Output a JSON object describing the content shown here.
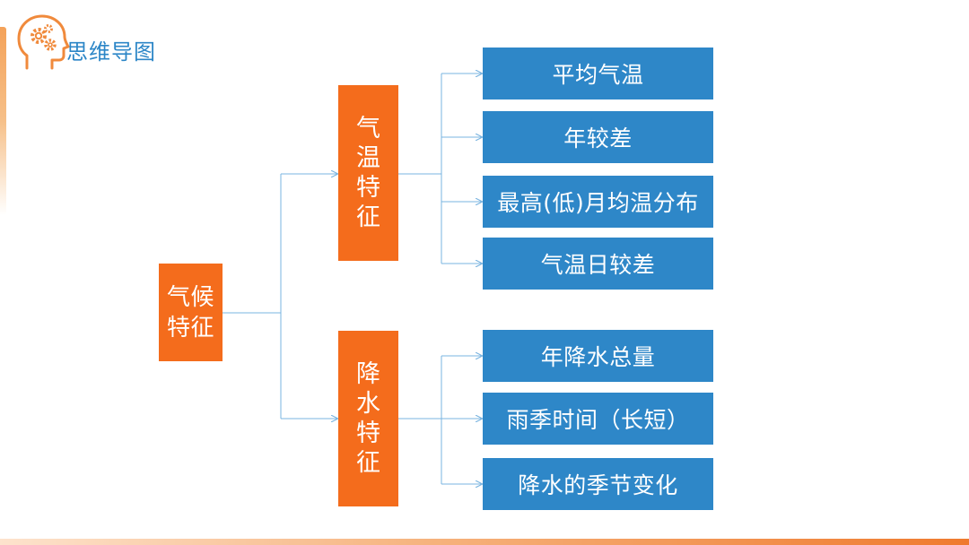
{
  "header": {
    "title": "思维导图"
  },
  "colors": {
    "orange_node": "#f46c1c",
    "blue_node": "#2e87c8",
    "connector": "#7ab4e0",
    "title": "#2c86c7",
    "logo": "#f08a3c"
  },
  "mindmap": {
    "root": "气候特征",
    "branches": [
      {
        "label": "气温特征",
        "children": [
          "平均气温",
          "年较差",
          "最高(低)月均温分布",
          "气温日较差"
        ]
      },
      {
        "label": "降水特征",
        "children": [
          "年降水总量",
          "雨季时间（长短）",
          "降水的季节变化"
        ]
      }
    ]
  }
}
